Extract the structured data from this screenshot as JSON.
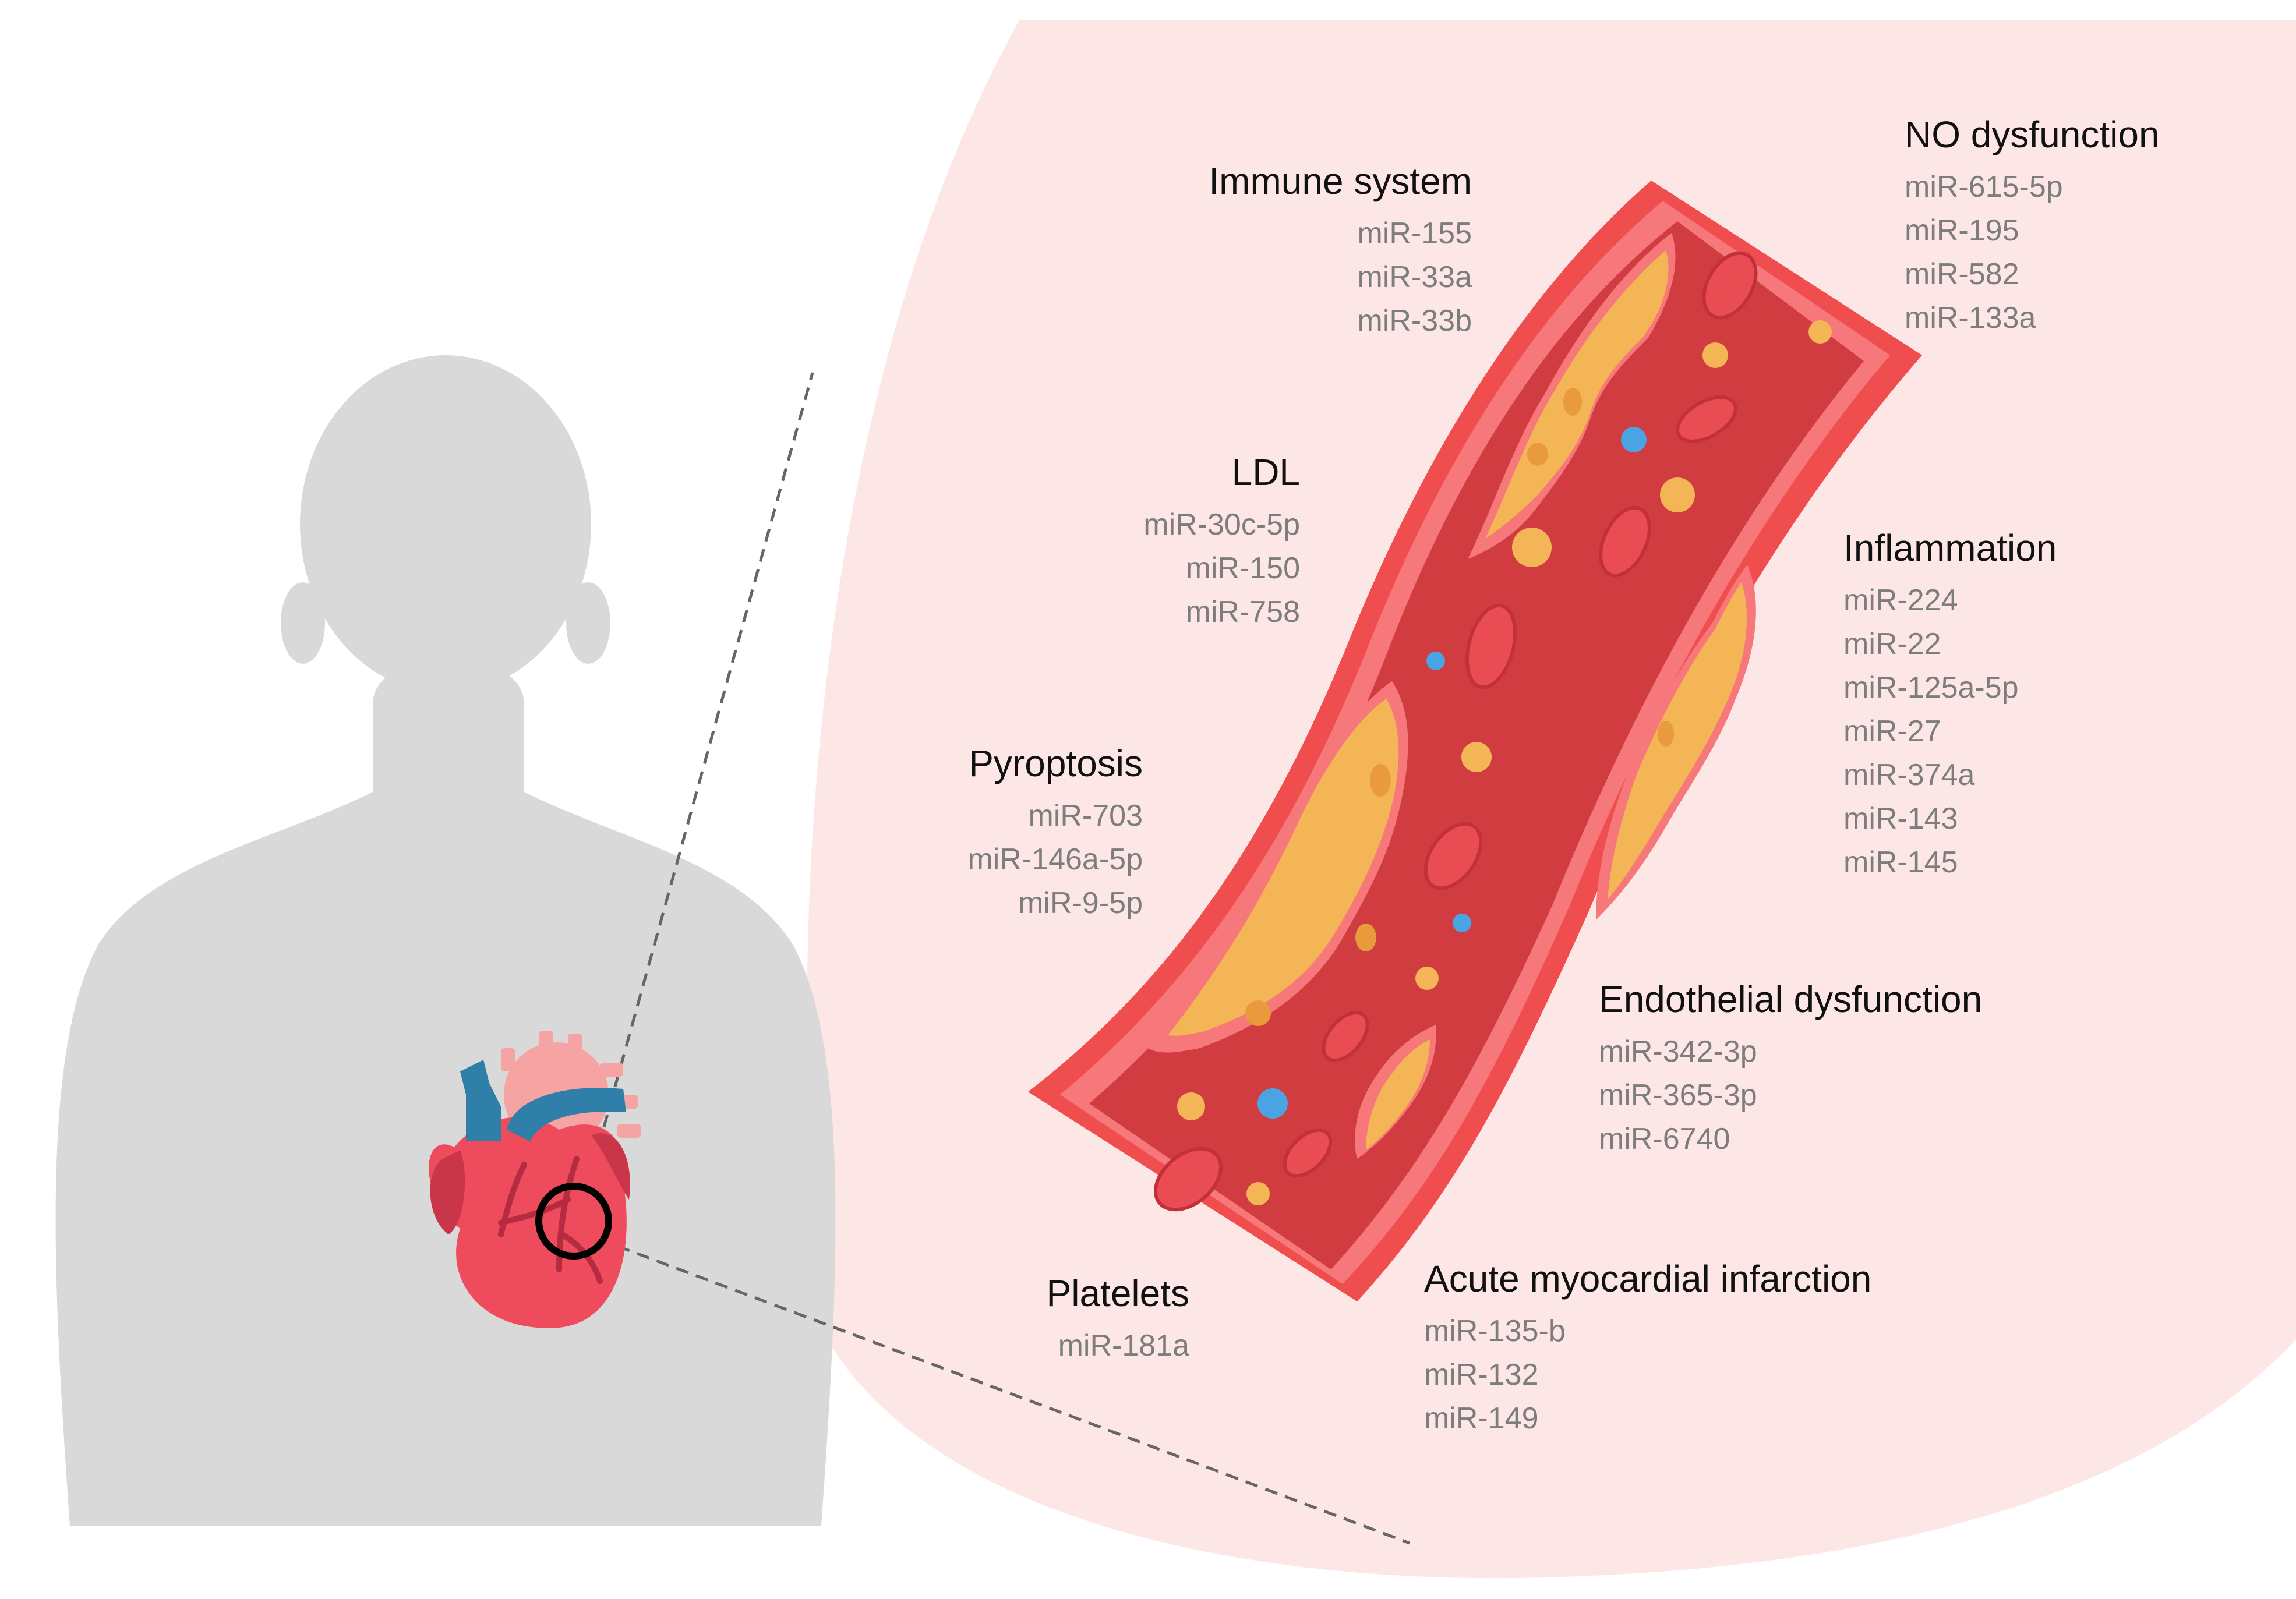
{
  "figure": {
    "colors": {
      "background_zoom": "#fde6e6",
      "silhouette": "#d9d9d9",
      "vessel_outer": "#f04d4f",
      "vessel_inner_wall": "#f7787a",
      "vessel_lumen": "#d03c40",
      "plaque": "#f4b556",
      "plaque_dot": "#e99a3d",
      "red_cell": "#e94c52",
      "white_dot": "#4aa3e2",
      "heart_body": "#ee4b5c",
      "heart_vessel_blue": "#2f7fa9",
      "heart_light": "#f6a3a3",
      "label_title": "#111111",
      "label_item": "#7d7d7d"
    },
    "icons": [
      "human-silhouette-icon",
      "heart-icon",
      "zoom-circle-icon",
      "blood-vessel-icon"
    ]
  },
  "groups": {
    "immune": {
      "title": "Immune system",
      "items": [
        "miR-155",
        "miR-33a",
        "miR-33b"
      ]
    },
    "no_dysfunction": {
      "title": "NO dysfunction",
      "items": [
        "miR-615-5p",
        "miR-195",
        "miR-582",
        "miR-133a"
      ]
    },
    "ldl": {
      "title": "LDL",
      "items": [
        "miR-30c-5p",
        "miR-150",
        "miR-758"
      ]
    },
    "inflammation": {
      "title": "Inflammation",
      "items": [
        "miR-224",
        "miR-22",
        "miR-125a-5p",
        "miR-27",
        "miR-374a",
        "miR-143",
        "miR-145"
      ]
    },
    "pyroptosis": {
      "title": "Pyroptosis",
      "items": [
        "miR-703",
        "miR-146a-5p",
        "miR-9-5p"
      ]
    },
    "endothelial": {
      "title": "Endothelial dysfunction",
      "items": [
        "miR-342-3p",
        "miR-365-3p",
        "miR-6740"
      ]
    },
    "platelets": {
      "title": "Platelets",
      "items": [
        "miR-181a"
      ]
    },
    "ami": {
      "title": "Acute myocardial infarction",
      "items": [
        "miR-135-b",
        "miR-132",
        "miR-149"
      ]
    }
  }
}
